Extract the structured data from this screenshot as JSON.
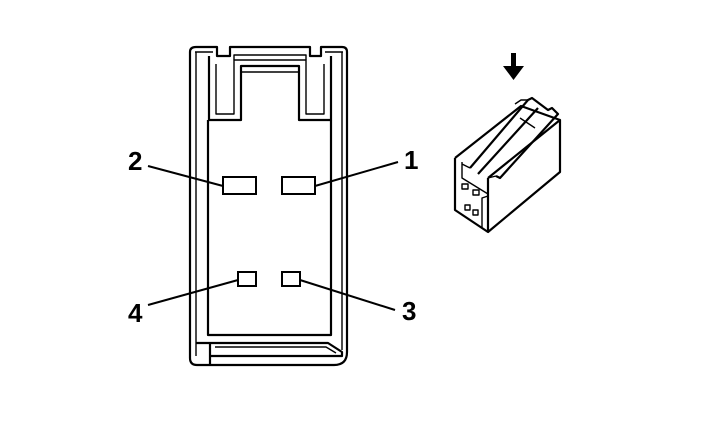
{
  "pins": [
    {
      "id": "1",
      "label": "1"
    },
    {
      "id": "2",
      "label": "2"
    },
    {
      "id": "3",
      "label": "3"
    },
    {
      "id": "4",
      "label": "4"
    }
  ],
  "icons": {
    "insertion_arrow": "arrow-down-icon"
  },
  "colors": {
    "line": "#000000",
    "background": "#ffffff"
  }
}
